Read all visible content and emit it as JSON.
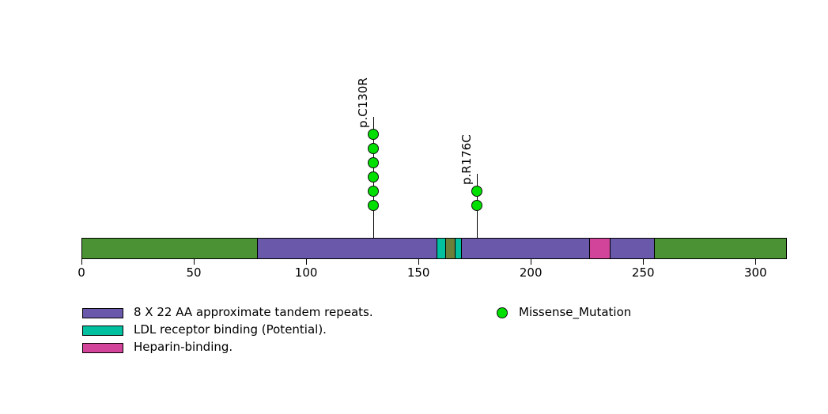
{
  "chart_data": {
    "type": "lollipop",
    "title": "",
    "xlabel": "",
    "ylabel": "",
    "xlim": [
      0,
      314
    ],
    "protein_length": 314,
    "grid": false,
    "axis": {
      "ticks": [
        0,
        50,
        100,
        150,
        200,
        250,
        300
      ],
      "tick_labels": [
        "0",
        "50",
        "100",
        "150",
        "200",
        "250",
        "300"
      ]
    },
    "backbone_color": "#4a9234",
    "domains": [
      {
        "name": "8 X 22 AA approximate tandem repeats.",
        "start": 78,
        "end": 255,
        "color": "#6a59ab"
      },
      {
        "name": "LDL receptor binding (Potential).",
        "start": 158,
        "end": 162,
        "color": "#00c0a0"
      },
      {
        "name": "LDL receptor binding (Potential) overlap",
        "start": 162,
        "end": 166,
        "color": "#6b7f3a"
      },
      {
        "name": "LDL receptor binding (Potential).",
        "start": 166,
        "end": 169,
        "color": "#00c0a0"
      },
      {
        "name": "Heparin-binding.",
        "start": 226,
        "end": 235,
        "color": "#d1449a"
      }
    ],
    "mutations": [
      {
        "label": "p.C130R",
        "position": 130,
        "count": 6,
        "type": "Missense_Mutation",
        "color": "#00e000"
      },
      {
        "label": "p.R176C",
        "position": 176,
        "count": 2,
        "type": "Missense_Mutation",
        "color": "#00e000"
      }
    ]
  },
  "legend": {
    "domain_entries": [
      {
        "label": "8 X 22 AA approximate tandem repeats.",
        "color": "#6a59ab"
      },
      {
        "label": "LDL receptor binding (Potential).",
        "color": "#00c0a0"
      },
      {
        "label": "Heparin-binding.",
        "color": "#d1449a"
      }
    ],
    "mutation_entries": [
      {
        "label": "Missense_Mutation",
        "color": "#00e000"
      }
    ]
  }
}
